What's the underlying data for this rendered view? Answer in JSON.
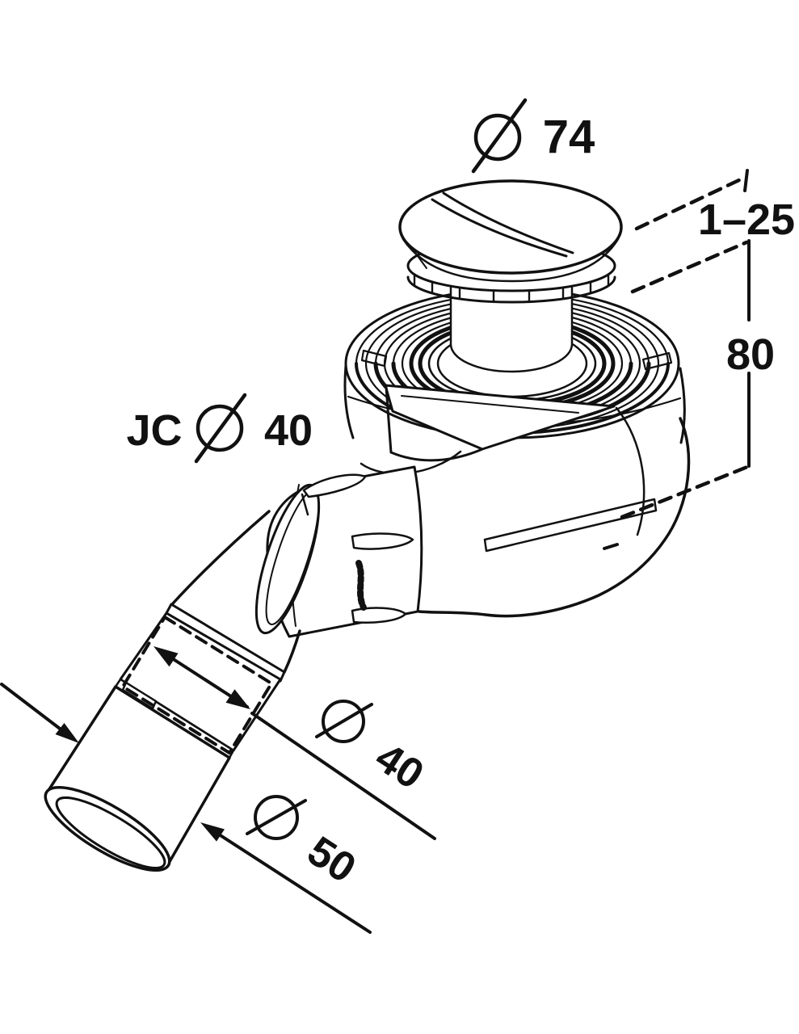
{
  "page": {
    "background": "#ffffff",
    "line_color": "#111111"
  },
  "drawing": {
    "kind": "technical line drawing of a shower waste trap (turn-control cap, flanged body, angled outlet pipe)",
    "annotations": {
      "cap_diameter": {
        "symbol": "Ø",
        "value": "74"
      },
      "cap_adjust_range": {
        "value": "1–25"
      },
      "trap_height": {
        "value": "80"
      },
      "outlet_joint": {
        "prefix": "JC",
        "symbol": "Ø",
        "value": "40"
      },
      "inner_pipe_diameter": {
        "symbol": "Ø",
        "value": "40"
      },
      "outer_pipe_diameter": {
        "symbol": "Ø",
        "value": "50"
      }
    }
  }
}
